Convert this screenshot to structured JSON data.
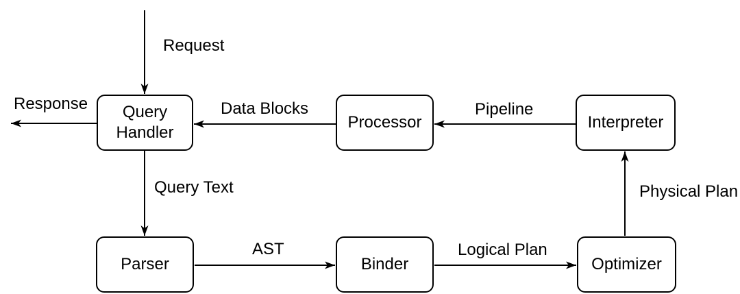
{
  "diagram": {
    "background_color": "#ffffff",
    "stroke_color": "#000000",
    "text_color": "#000000",
    "nodes": [
      {
        "id": "query-handler",
        "label": "Query Handler"
      },
      {
        "id": "processor",
        "label": "Processor"
      },
      {
        "id": "interpreter",
        "label": "Interpreter"
      },
      {
        "id": "parser",
        "label": "Parser"
      },
      {
        "id": "binder",
        "label": "Binder"
      },
      {
        "id": "optimizer",
        "label": "Optimizer"
      }
    ],
    "edges": [
      {
        "id": "request",
        "label": "Request",
        "from": "external",
        "to": "Query Handler"
      },
      {
        "id": "response",
        "label": "Response",
        "from": "Query Handler",
        "to": "external"
      },
      {
        "id": "data-blocks",
        "label": "Data Blocks",
        "from": "Processor",
        "to": "Query Handler"
      },
      {
        "id": "pipeline",
        "label": "Pipeline",
        "from": "Interpreter",
        "to": "Processor"
      },
      {
        "id": "query-text",
        "label": "Query Text",
        "from": "Query Handler",
        "to": "Parser"
      },
      {
        "id": "ast",
        "label": "AST",
        "from": "Parser",
        "to": "Binder"
      },
      {
        "id": "logical-plan",
        "label": "Logical Plan",
        "from": "Binder",
        "to": "Optimizer"
      },
      {
        "id": "physical-plan",
        "label": "Physical Plan",
        "from": "Optimizer",
        "to": "Interpreter"
      }
    ]
  }
}
